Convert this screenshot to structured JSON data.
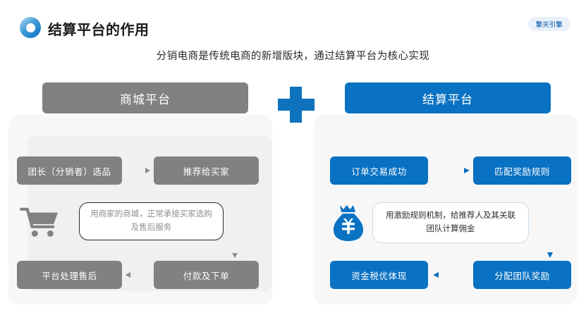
{
  "header": {
    "logo_icon": "ring-logo-icon",
    "title": "结算平台的作用",
    "brand_badge": "擎天引擎",
    "brand_badge_color": "#3f7fc0",
    "brand_badge_bg": "#e8f1fa"
  },
  "subtitle": "分销电商是传统电商的新增版块，通过结算平台为核心实现",
  "divider": {
    "plus_icon": "plus-icon",
    "plus_color": "#0f72bd"
  },
  "panels": [
    {
      "id": "mall-platform",
      "header": "商城平台",
      "header_color": "#7f8183",
      "card_bg": "#f7f7f8",
      "icon": "shopping-cart-icon",
      "note": "用商家的商城，正常承接买家选购及售后服务",
      "note_border": "#2b2b2b",
      "note_text_color": "#8b8d8f",
      "boxes": [
        {
          "position": "top-left",
          "label": "团长（分销者）选品"
        },
        {
          "position": "top-right",
          "label": "推荐给买家"
        },
        {
          "position": "bottom-left",
          "label": "平台处理售后"
        },
        {
          "position": "bottom-right",
          "label": "付款及下单"
        }
      ],
      "arrows": [
        {
          "name": "arrow-top-right",
          "direction": "right"
        },
        {
          "name": "arrow-right-down",
          "direction": "down"
        },
        {
          "name": "arrow-bottom-left",
          "direction": "left"
        }
      ]
    },
    {
      "id": "settlement-platform",
      "header": "结算平台",
      "header_color": "#0a72c2",
      "card_bg": "#f7f7f8",
      "icon": "money-bag-yen-icon",
      "note": "用激励规则机制，给推荐人及其关联团队计算佣金",
      "note_border": "#c9dce9",
      "note_text_color": "#2d2d2d",
      "boxes": [
        {
          "position": "top-left",
          "label": "订单交易成功"
        },
        {
          "position": "top-right",
          "label": "匹配奖励规则"
        },
        {
          "position": "bottom-left",
          "label": "资金税优体现"
        },
        {
          "position": "bottom-right",
          "label": "分配团队奖励"
        }
      ],
      "arrows": [
        {
          "name": "arrow-top-right",
          "direction": "right"
        },
        {
          "name": "arrow-right-down",
          "direction": "down"
        },
        {
          "name": "arrow-bottom-left",
          "direction": "left"
        }
      ]
    }
  ]
}
